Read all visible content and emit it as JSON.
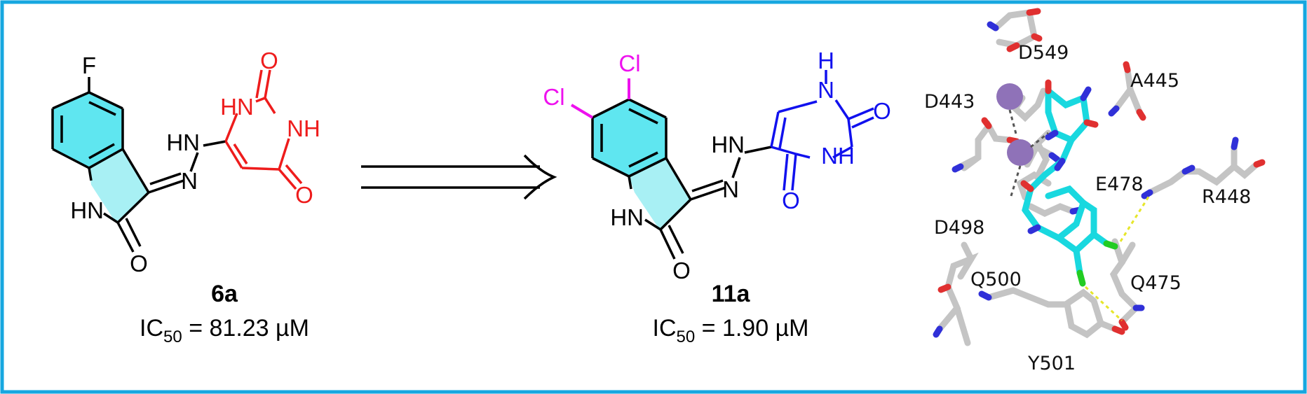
{
  "colors": {
    "frame": "#16a7e0",
    "aromatic_fill": "#5fe6f0",
    "highlight_red": "#ee1c1c",
    "highlight_magenta": "#ee11ee",
    "highlight_blue": "#1111ee",
    "ligand_carbon": "#19d8df",
    "protein_carbon": "#c4c4c4",
    "metal": "#8f72b8",
    "hbond": "#e6e62a"
  },
  "left_compound": {
    "atoms": {
      "F": "F",
      "HN_ring": "HN",
      "O_lactam": "O",
      "N_imine": "N",
      "HN_hydrazone": "HN",
      "HN_uracil": "HN",
      "NH_uracil": "NH",
      "O_top": "O",
      "O_right": "O"
    },
    "name": "6a",
    "ic50_prefix": "IC",
    "ic50_sub": "50",
    "ic50_value": " = 81.23 µM"
  },
  "right_compound": {
    "atoms": {
      "Cl_top": "Cl",
      "Cl_left": "Cl",
      "HN_ring": "HN",
      "O_lactam": "O",
      "N_imine": "N",
      "HN_hydrazone": "HN",
      "H_top": "H",
      "N_top": "N",
      "NH_uracil": "NH",
      "O_right": "O",
      "O_bottom": "O"
    },
    "name": "11a",
    "ic50_prefix": "IC",
    "ic50_sub": "50",
    "ic50_value": " = 1.90 µM"
  },
  "binding_site": {
    "residues": [
      "D549",
      "A445",
      "D443",
      "E478",
      "R448",
      "D498",
      "Q500",
      "Q475",
      "Y501"
    ]
  }
}
